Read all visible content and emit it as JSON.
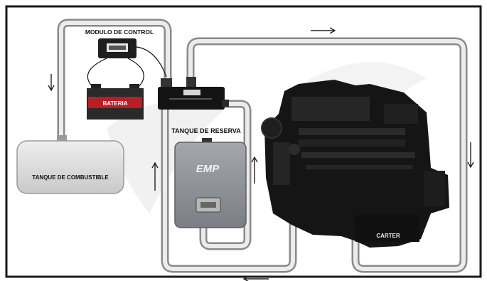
{
  "labels": {
    "control_module": "MODULO DE CONTROL",
    "battery": "BATERIA",
    "reserve_tank": "TANQUE DE RESERVA",
    "fuel_tank": "TANQUE DE COMBUSTIBLE",
    "carter": "CARTER",
    "reserve_logo": "EMP"
  },
  "colors": {
    "frame": "#1a1a1a",
    "pipe_outer": "#8a8a8a",
    "pipe_inner": "#ececec",
    "engine": "#151515",
    "reserve_tank": "#8e9197",
    "fuel_tank": "#d8d8d8",
    "battery_red": "#b81e26",
    "accent_shadow": "#e4e4e4"
  },
  "icons": [
    "arrow-right-icon",
    "arrow-left-icon",
    "arrow-up-icon",
    "arrow-down-icon"
  ]
}
